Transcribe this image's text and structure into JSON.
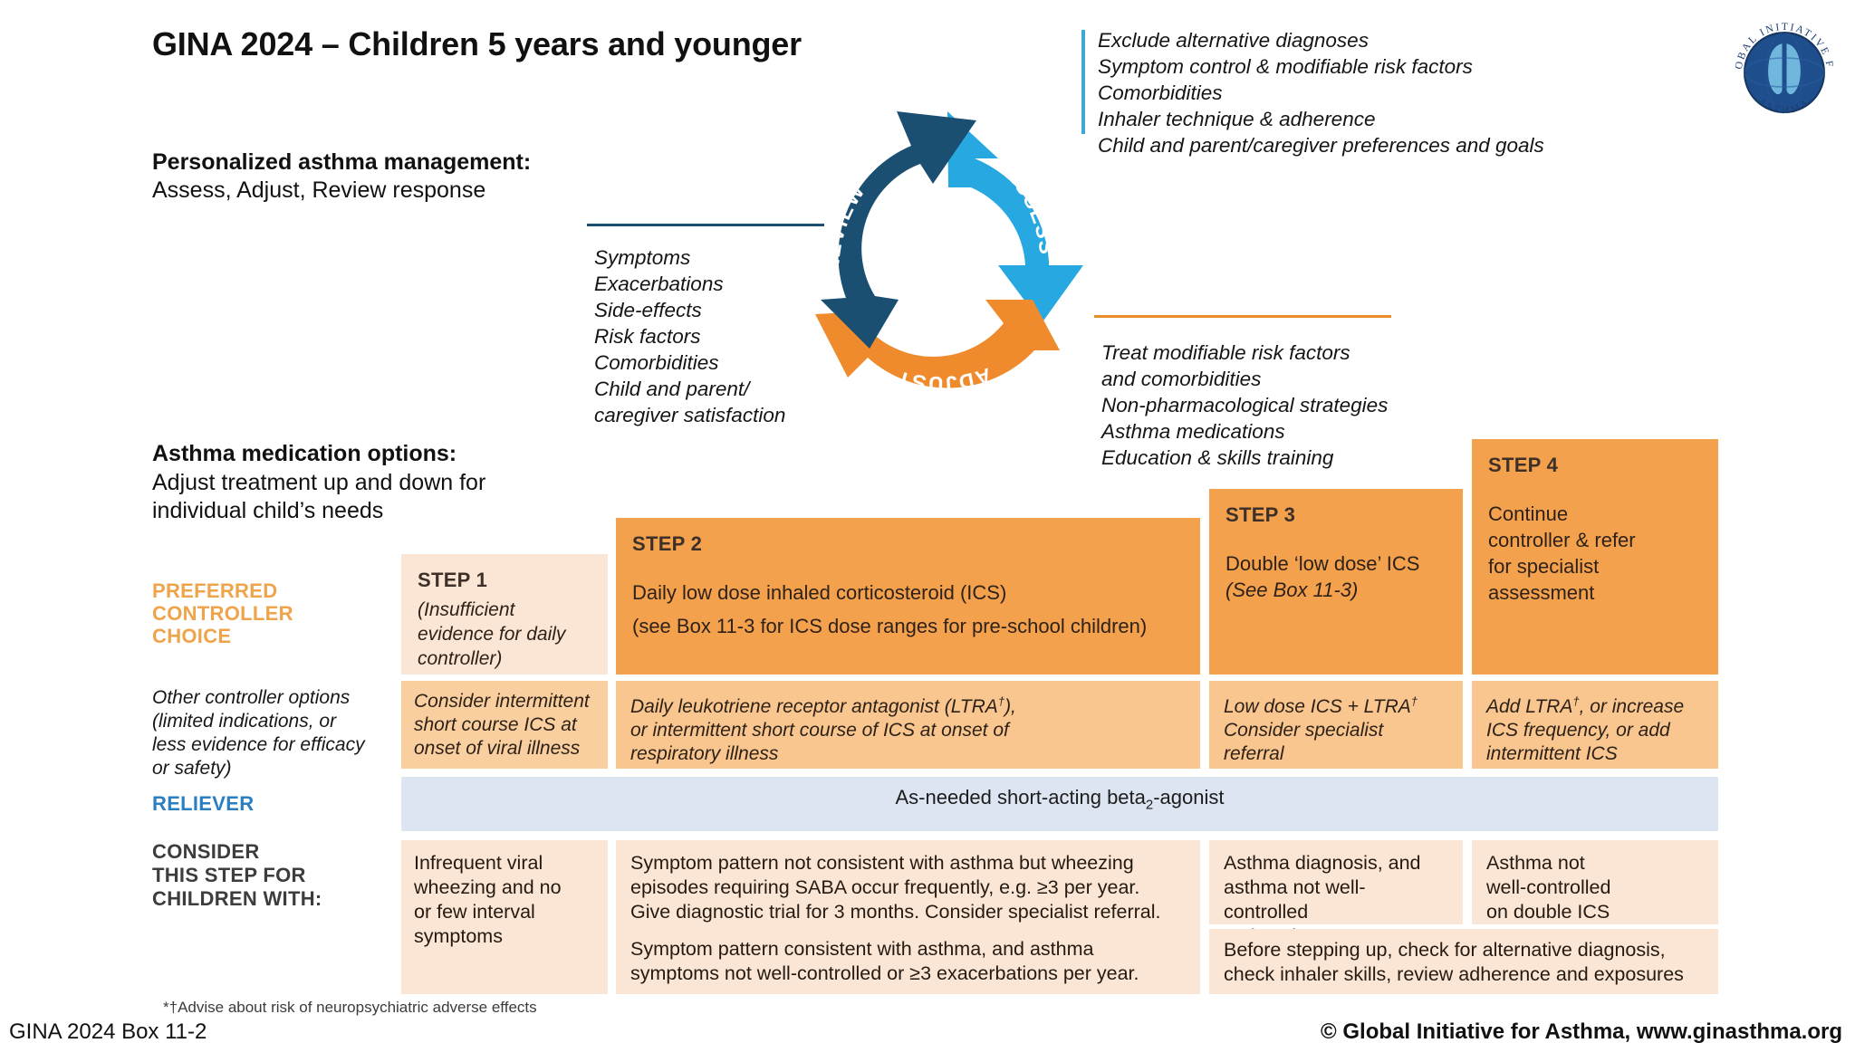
{
  "header": {
    "title": "GINA 2024 – Children 5 years and younger",
    "personalized_head": "Personalized asthma management:",
    "personalized_sub": "Assess, Adjust, Review response",
    "logo_alt": "gina-logo"
  },
  "cycle": {
    "review_label": "REVIEW",
    "assess_label": "ASSESS",
    "adjust_label": "ADJUST",
    "colors": {
      "review": "#1b4f72",
      "assess": "#28a8e0",
      "adjust": "#ef8b2c"
    }
  },
  "assess": {
    "lines": [
      "Exclude alternative diagnoses",
      "Symptom control & modifiable risk factors",
      "Comorbidities",
      "Inhaler technique & adherence",
      "Child and parent/caregiver preferences and goals"
    ]
  },
  "review": {
    "lines": [
      "Symptoms",
      "Exacerbations",
      "Side-effects",
      "Risk factors",
      "Comorbidities",
      "Child and parent/",
      "caregiver satisfaction"
    ]
  },
  "adjust": {
    "lines": [
      "Treat modifiable risk factors",
      "and comorbidities",
      "Non-pharmacological strategies",
      "Asthma medications",
      "Education & skills training"
    ]
  },
  "medication": {
    "heading": "Asthma medication options:",
    "sub_line_1": "Adjust treatment up and down for",
    "sub_line_2": "individual child’s needs"
  },
  "row_labels": {
    "preferred": [
      "PREFERRED",
      "CONTROLLER",
      "CHOICE"
    ],
    "other": [
      "Other controller options",
      "(limited indications, or",
      "less evidence for efficacy",
      "or safety)"
    ],
    "reliever": "RELIEVER",
    "consider": [
      "CONSIDER",
      "THIS STEP FOR",
      "CHILDREN WITH:"
    ]
  },
  "steps": {
    "step1": {
      "label": "STEP 1",
      "body_lines": [
        "(Insufficient",
        "evidence for daily",
        "controller)"
      ]
    },
    "step2": {
      "label": "STEP 2",
      "body_line_1": "Daily low dose inhaled corticosteroid (ICS)",
      "body_line_2": "(see Box 11-3 for ICS dose ranges for pre-school children)"
    },
    "step3": {
      "label": "STEP 3",
      "body_line_1": "Double ‘low dose’ ICS",
      "body_line_2": "(See Box 11-3)"
    },
    "step4": {
      "label": "STEP 4",
      "body_lines": [
        "Continue",
        "controller & refer",
        "for specialist",
        "assessment"
      ]
    }
  },
  "other_options": {
    "step1": [
      "Consider intermittent",
      "short course ICS at",
      "onset of viral illness"
    ],
    "step2_line_1": "Daily leukotriene receptor antagonist (LTRA",
    "step2_line_1_end": "),",
    "step2_line_2": "or intermittent short course of ICS at onset of",
    "step2_line_3": "respiratory illness",
    "step3_line_1_a": "Low dose ICS + LTRA",
    "step3_line_2": "Consider specialist",
    "step3_line_3": "referral",
    "step4_line_1_a": "Add LTRA",
    "step4_line_1_b": ", or increase",
    "step4_line_2": "ICS frequency, or add",
    "step4_line_3": "intermittent ICS",
    "dagger": "†"
  },
  "reliever": {
    "text_a": "As-needed short-acting beta",
    "text_sub": "2",
    "text_b": "-agonist"
  },
  "consider": {
    "step1": [
      "Infrequent viral",
      "wheezing and no",
      "or few interval",
      "symptoms"
    ],
    "step2_para1": [
      "Symptom pattern not consistent with asthma but wheezing",
      "episodes requiring SABA occur frequently, e.g. ≥3 per year.",
      "Give diagnostic trial for 3 months. Consider specialist referral."
    ],
    "step2_para2": [
      "Symptom pattern consistent with asthma, and asthma",
      "symptoms not well-controlled or ≥3 exacerbations per year."
    ],
    "step3": [
      "Asthma diagnosis, and",
      "asthma not well-controlled",
      "on low dose ICS"
    ],
    "step4": [
      "Asthma not",
      "well-controlled",
      "on double ICS"
    ],
    "bottom_note": [
      "Before stepping up, check for alternative diagnosis,",
      "check inhaler skills, review adherence and exposures"
    ]
  },
  "footer": {
    "footnote": "*†Advise about risk of neuropsychiatric adverse effects",
    "left": "GINA 2024 Box 11-2",
    "right": "© Global Initiative for Asthma, www.ginasthma.org"
  }
}
